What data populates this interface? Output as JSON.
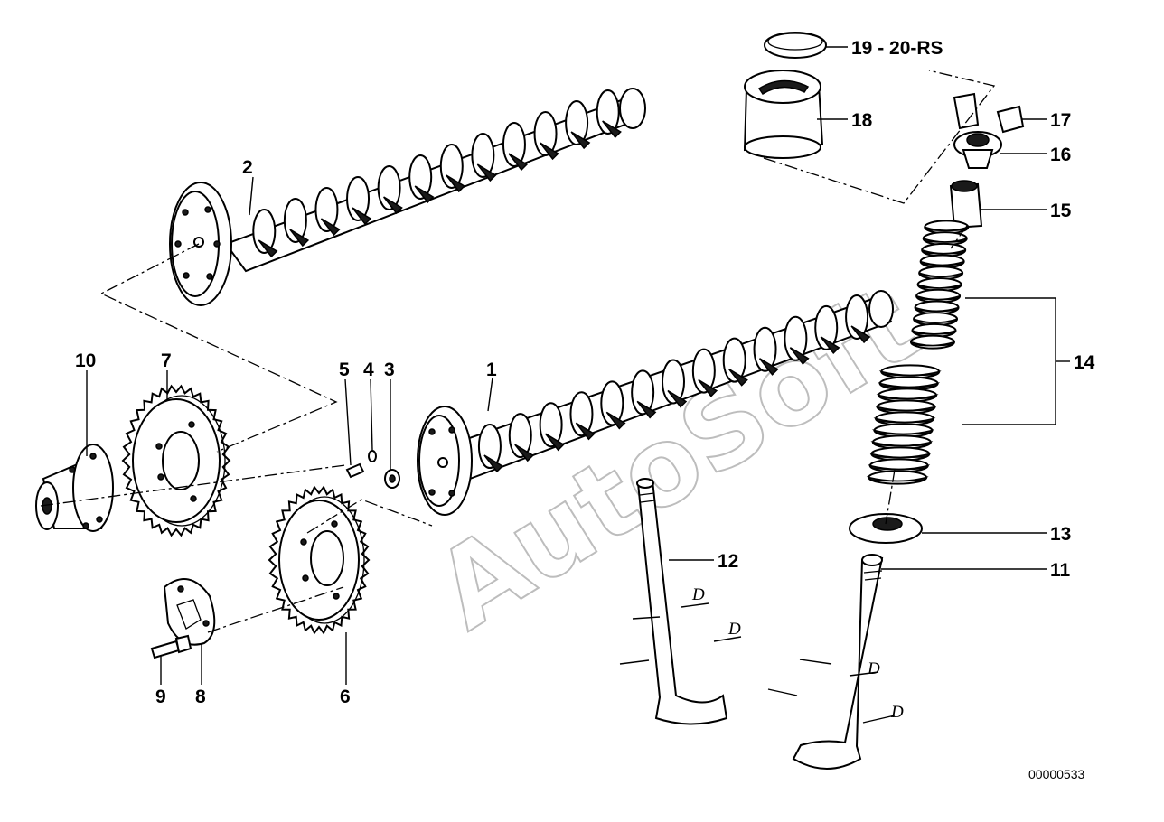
{
  "callouts": {
    "c1": "1",
    "c2": "2",
    "c3": "3",
    "c4": "4",
    "c5": "5",
    "c6": "6",
    "c7": "7",
    "c8": "8",
    "c9": "9",
    "c10": "10",
    "c11": "11",
    "c12": "12",
    "c13": "13",
    "c14": "14",
    "c15": "15",
    "c16": "16",
    "c17": "17",
    "c18": "18",
    "c19": "19 - 20-RS"
  },
  "dimension_label": "D",
  "document_number": "00000533",
  "watermark": "AutoSoft",
  "colors": {
    "line": "#000000",
    "background": "#ffffff",
    "watermark": "#bdbdbd"
  }
}
